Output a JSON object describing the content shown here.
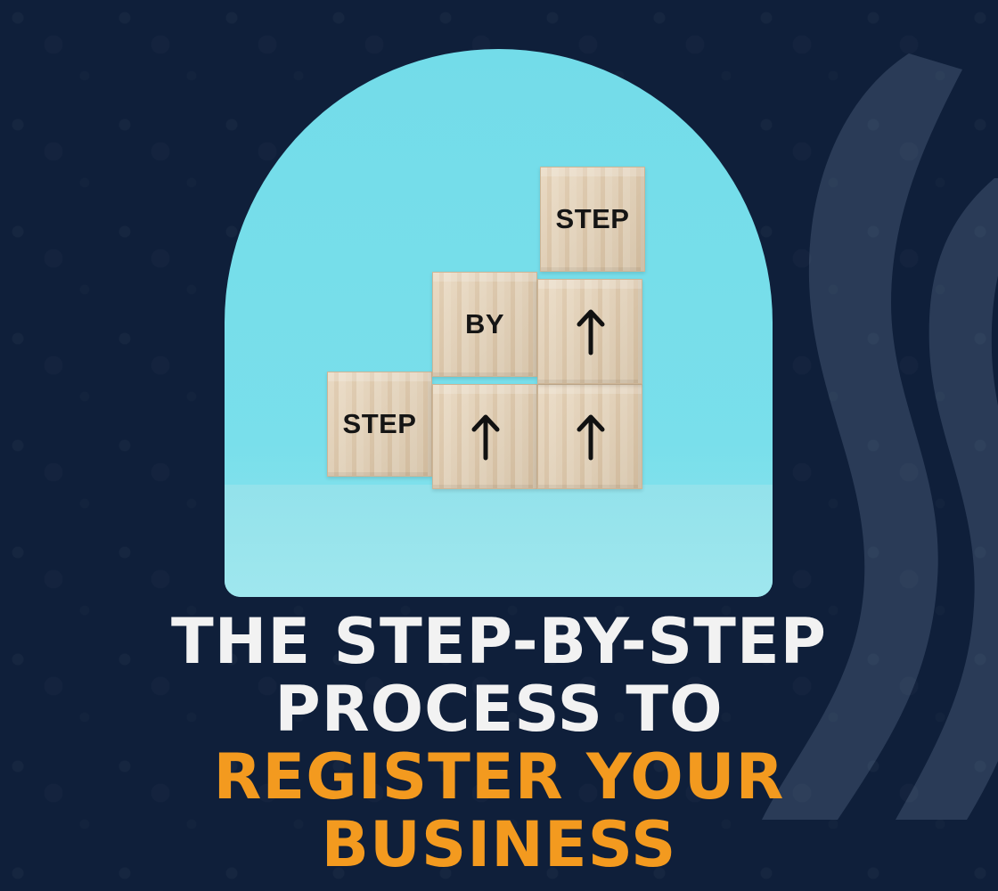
{
  "colors": {
    "background": "#0f1f3a",
    "accent_orange": "#f39a1f",
    "headline_white": "#f2f2f2",
    "arch_blue": "#79dfeb"
  },
  "icons": {
    "up_arrow": "up-arrow-icon",
    "watermark": "brand-watermark-icon"
  },
  "hero": {
    "blocks": {
      "step_left": "STEP",
      "by": "BY",
      "step_top": "STEP"
    }
  },
  "headline": {
    "line1": "THE STEP-BY-STEP",
    "line2": "PROCESS TO",
    "line3": "REGISTER YOUR",
    "line4": "BUSINESS"
  }
}
